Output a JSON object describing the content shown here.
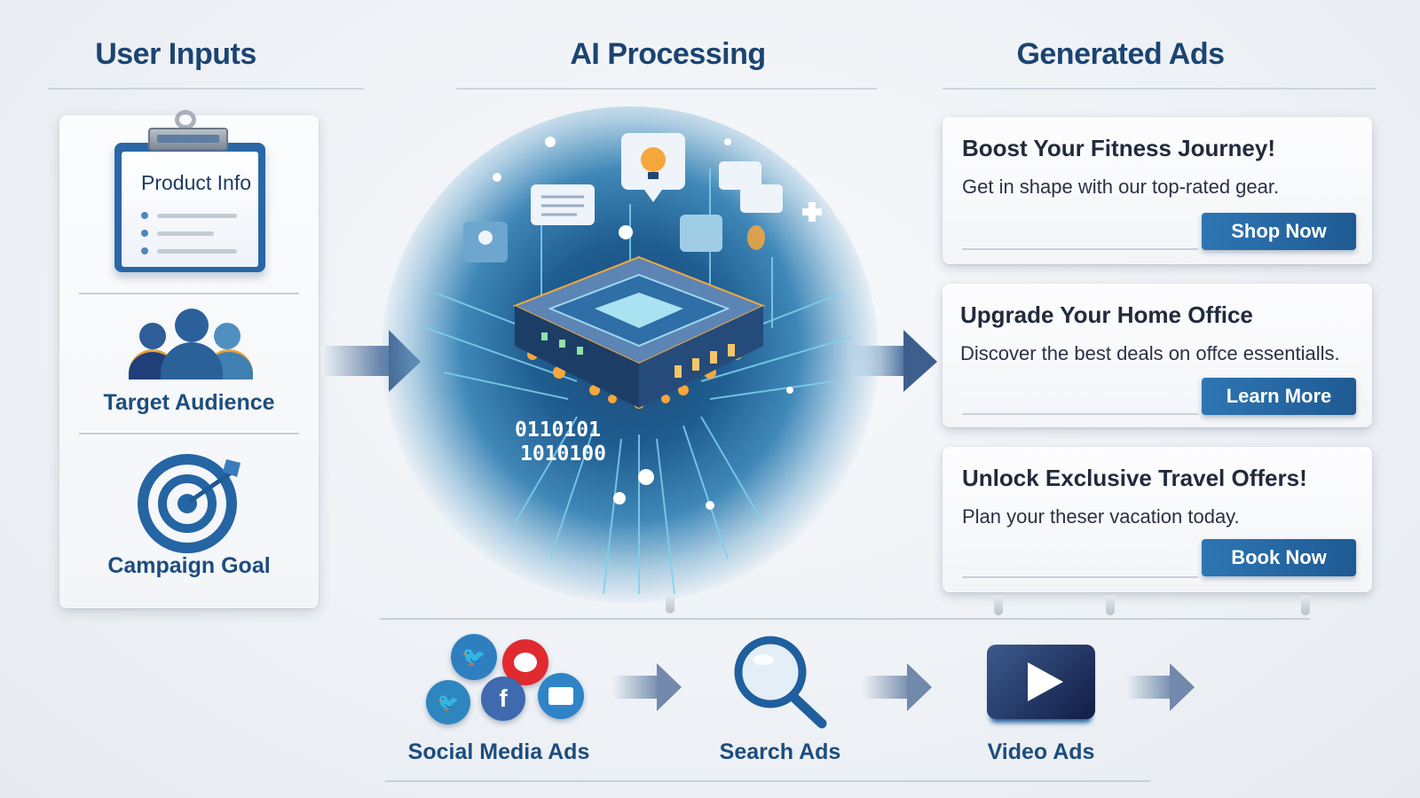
{
  "sections": {
    "inputs_title": "User Inputs",
    "processing_title": "AI Processing",
    "outputs_title": "Generated Ads"
  },
  "inputs": [
    {
      "label": "Product Info",
      "icon": "clipboard-icon"
    },
    {
      "label": "Target Audience",
      "icon": "people-icon"
    },
    {
      "label": "Campaign Goal",
      "icon": "target-icon"
    }
  ],
  "processing": {
    "binary_line_1": "0110101",
    "binary_line_2": "1010100",
    "icons": [
      "ai-chip-icon",
      "lightbulb-icon",
      "chat-bubble-icon",
      "user-icon",
      "robot-icon",
      "circuit-icon"
    ]
  },
  "ads": [
    {
      "title": "Boost Your Fitness Journey!",
      "description": "Get in shape with our top-rated gear.",
      "button": "Shop Now"
    },
    {
      "title": "Upgrade Your Home Office",
      "description": "Discover the best deals on offce essentialls.",
      "button": "Learn More"
    },
    {
      "title": "Unlock Exclusive Travel Offers!",
      "description": "Plan your theser vacation today.",
      "button": "Book Now"
    }
  ],
  "channels": [
    {
      "label": "Social Media Ads",
      "icon": "social-media-icons"
    },
    {
      "label": "Search Ads",
      "icon": "magnifier-icon"
    },
    {
      "label": "Video Ads",
      "icon": "play-icon"
    }
  ],
  "colors": {
    "heading": "#1b4472",
    "button": "#2566a4",
    "accent_orange": "#f6a73c",
    "chip_dark": "#1c3d66"
  }
}
